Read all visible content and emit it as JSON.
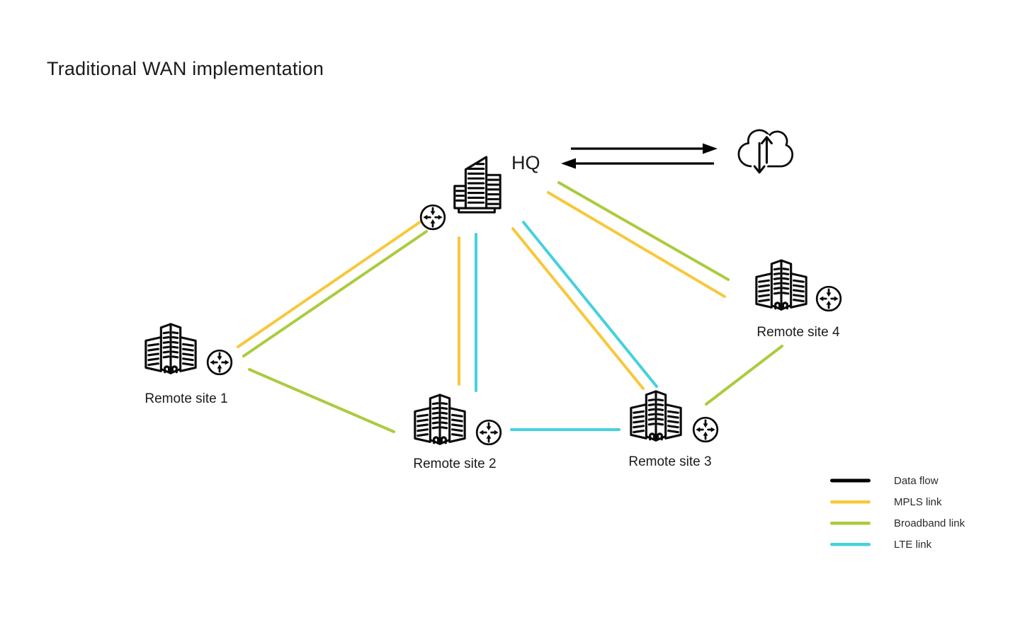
{
  "title": "Traditional WAN implementation",
  "hq_label": "HQ",
  "sites": [
    {
      "label": "Remote site 1"
    },
    {
      "label": "Remote site 2"
    },
    {
      "label": "Remote site 3"
    },
    {
      "label": "Remote site 4"
    }
  ],
  "colors": {
    "data_flow": "#000000",
    "mpls": "#F7C83B",
    "broadband": "#ABCB3E",
    "lte": "#45D1DD"
  },
  "legend": [
    {
      "label": "Data flow",
      "type": "data_flow"
    },
    {
      "label": "MPLS link",
      "type": "mpls"
    },
    {
      "label": "Broadband link",
      "type": "broadband"
    },
    {
      "label": "LTE link",
      "type": "lte"
    }
  ],
  "links": [
    {
      "from": "HQ",
      "to": "Cloud",
      "type": "Data flow",
      "bidirectional": true
    },
    {
      "from": "Remote site 1",
      "to": "HQ",
      "type": "MPLS link"
    },
    {
      "from": "Remote site 1",
      "to": "HQ",
      "type": "Broadband link"
    },
    {
      "from": "HQ",
      "to": "Remote site 2",
      "type": "MPLS link"
    },
    {
      "from": "HQ",
      "to": "Remote site 2",
      "type": "LTE link"
    },
    {
      "from": "HQ",
      "to": "Remote site 3",
      "type": "MPLS link"
    },
    {
      "from": "HQ",
      "to": "Remote site 3",
      "type": "LTE link"
    },
    {
      "from": "HQ",
      "to": "Remote site 4",
      "type": "MPLS link"
    },
    {
      "from": "HQ",
      "to": "Remote site 4",
      "type": "Broadband link"
    },
    {
      "from": "Remote site 1",
      "to": "Remote site 2",
      "type": "Broadband link"
    },
    {
      "from": "Remote site 2",
      "to": "Remote site 3",
      "type": "LTE link"
    },
    {
      "from": "Remote site 3",
      "to": "Remote site 4",
      "type": "Broadband link"
    }
  ]
}
